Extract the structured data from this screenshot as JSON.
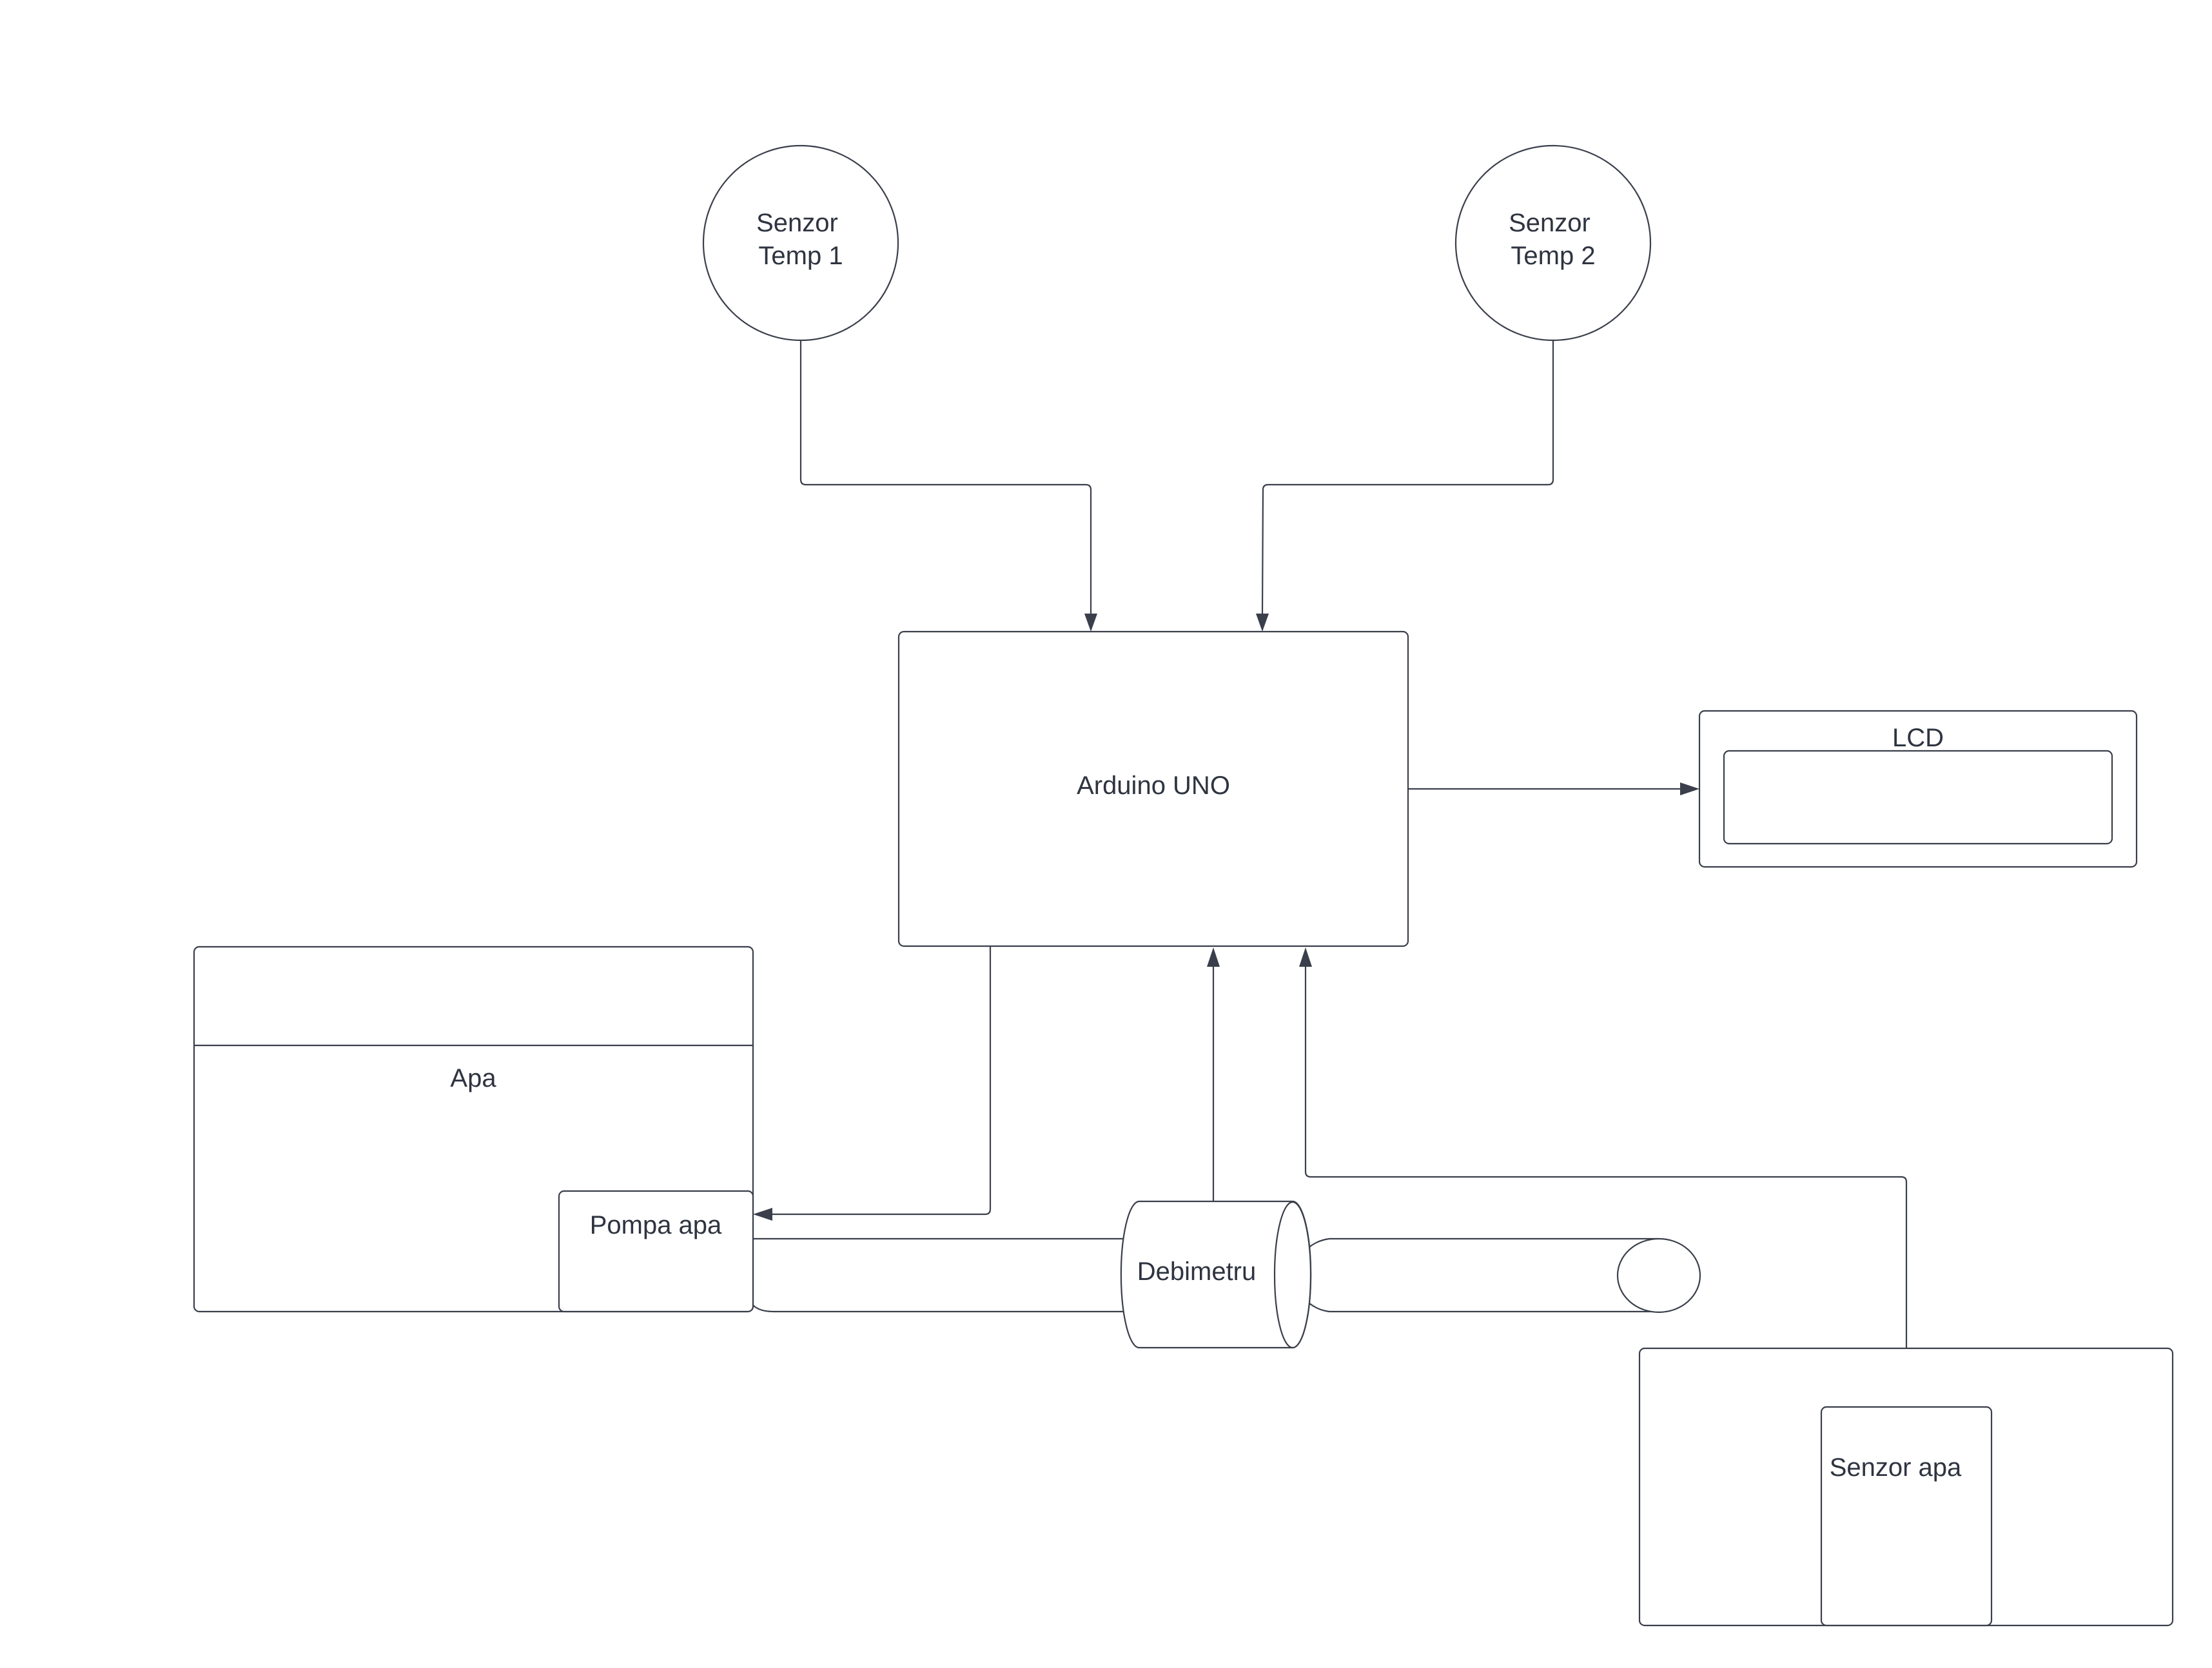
{
  "nodes": {
    "senzor_temp_1": {
      "lines": [
        "Senzor",
        "Temp 1"
      ]
    },
    "senzor_temp_2": {
      "lines": [
        "Senzor",
        "Temp 2"
      ]
    },
    "arduino": {
      "label": "Arduino UNO"
    },
    "lcd": {
      "label": "LCD"
    },
    "apa": {
      "label": "Apa"
    },
    "pompa_apa": {
      "label": "Pompa apa"
    },
    "debimetru": {
      "label": "Debimetru"
    },
    "senzor_apa": {
      "label": "Senzor apa"
    }
  },
  "colors": {
    "line": "#3a3f4b",
    "text": "#2e3440",
    "fill": "#ffffff"
  }
}
